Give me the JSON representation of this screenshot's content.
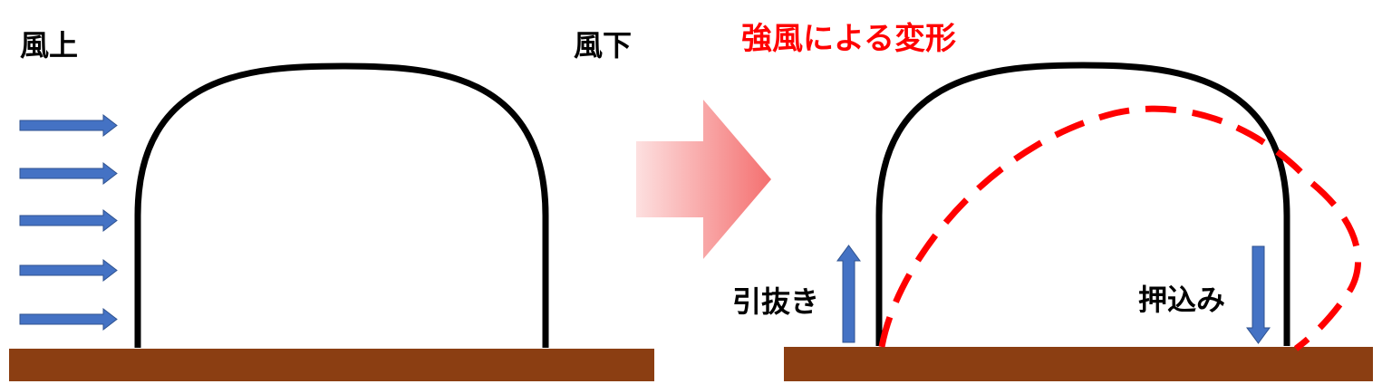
{
  "labels": {
    "windward": "風上",
    "leeward": "風下",
    "deformation_title": "強風による変形",
    "pull_out": "引抜き",
    "push_in": "押込み"
  },
  "colors": {
    "ground": "#8B3E12",
    "frame": "#000000",
    "wind_arrow": "#4472C4",
    "wind_arrow_edge": "#2F528F",
    "deformed_frame": "#FF0000",
    "title_text": "#FF0000",
    "transition_arrow_start": "#FDE0E0",
    "transition_arrow_end": "#F47070"
  },
  "icons": {
    "wind": "arrow-right",
    "transition": "arrow-right-gradient",
    "pull_out": "arrow-up",
    "push_in": "arrow-down"
  }
}
